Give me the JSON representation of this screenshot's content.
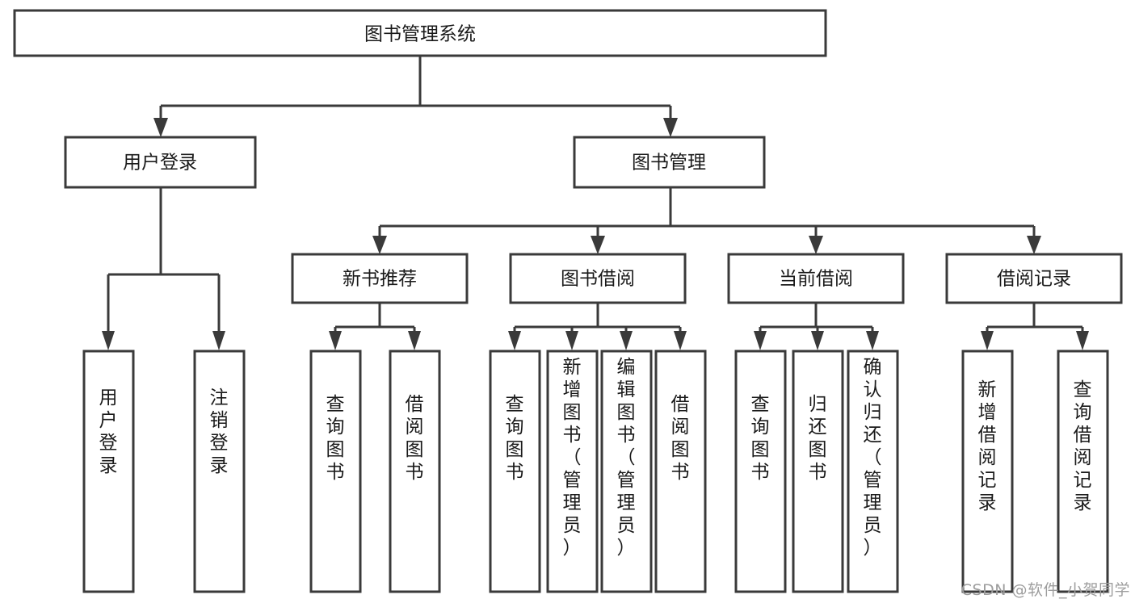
{
  "diagram": {
    "type": "tree-hierarchy",
    "title": "图书管理系统",
    "watermark": "CSDN @软件_小贺同学",
    "colors": {
      "stroke": "#3a3a3a",
      "fill": "#ffffff",
      "text": "#1a1a1a",
      "watermark": "#9d9d9d",
      "background": "#ffffff"
    },
    "levels": {
      "root": {
        "label": "图书管理系统",
        "orientation": "horizontal"
      },
      "level2": [
        {
          "label": "用户登录",
          "orientation": "horizontal"
        },
        {
          "label": "图书管理",
          "orientation": "horizontal"
        }
      ],
      "level3": [
        {
          "label": "新书推荐",
          "orientation": "horizontal"
        },
        {
          "label": "图书借阅",
          "orientation": "horizontal"
        },
        {
          "label": "当前借阅",
          "orientation": "horizontal"
        },
        {
          "label": "借阅记录",
          "orientation": "horizontal"
        }
      ],
      "leaves": [
        {
          "label": "用户登录",
          "parent": "用户登录",
          "orientation": "vertical"
        },
        {
          "label": "注销登录",
          "parent": "用户登录",
          "orientation": "vertical"
        },
        {
          "label": "查询图书",
          "parent": "新书推荐",
          "orientation": "vertical"
        },
        {
          "label": "借阅图书",
          "parent": "新书推荐",
          "orientation": "vertical"
        },
        {
          "label": "查询图书",
          "parent": "图书借阅",
          "orientation": "vertical"
        },
        {
          "label": "新增图书（管理员）",
          "parent": "图书借阅",
          "orientation": "vertical"
        },
        {
          "label": "编辑图书（管理员）",
          "parent": "图书借阅",
          "orientation": "vertical"
        },
        {
          "label": "借阅图书",
          "parent": "图书借阅",
          "orientation": "vertical"
        },
        {
          "label": "查询图书",
          "parent": "当前借阅",
          "orientation": "vertical"
        },
        {
          "label": "归还图书",
          "parent": "当前借阅",
          "orientation": "vertical"
        },
        {
          "label": "确认归还（管理员）",
          "parent": "当前借阅",
          "orientation": "vertical"
        },
        {
          "label": "新增借阅记录",
          "parent": "借阅记录",
          "orientation": "vertical"
        },
        {
          "label": "查询借阅记录",
          "parent": "借阅记录",
          "orientation": "vertical"
        }
      ]
    }
  }
}
